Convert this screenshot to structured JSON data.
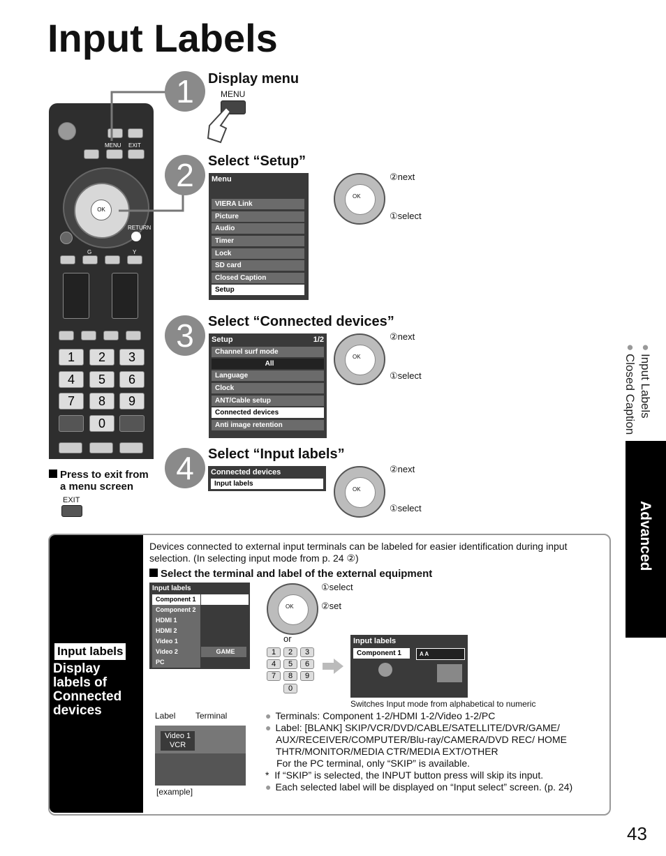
{
  "title": "Input Labels",
  "page_number": "43",
  "side_tab": {
    "topic1": "Input Labels",
    "topic2": "Closed Caption",
    "section": "Advanced"
  },
  "remote": {
    "menu": "MENU",
    "exit": "EXIT",
    "return": "RETURN",
    "g": "G",
    "y": "Y",
    "ok": "OK",
    "numbers": [
      "1",
      "2",
      "3",
      "4",
      "5",
      "6",
      "7",
      "8",
      "9",
      "0"
    ]
  },
  "step1": {
    "num": "1",
    "title": "Display menu",
    "button": "MENU"
  },
  "step2": {
    "num": "2",
    "title": "Select “Setup”",
    "menu_header": "Menu",
    "items": [
      "VIERA Link",
      "Picture",
      "Audio",
      "Timer",
      "Lock",
      "SD card",
      "Closed Caption",
      "Setup"
    ],
    "next": "②next",
    "select": "①select"
  },
  "step3": {
    "num": "3",
    "title": "Select “Connected devices”",
    "menu_header": "Setup",
    "page": "1/2",
    "items": [
      "Channel surf mode",
      "All",
      "Language",
      "Clock",
      "ANT/Cable setup",
      "Connected devices",
      "Anti image retention"
    ],
    "next": "②next",
    "select": "①select"
  },
  "step4": {
    "num": "4",
    "title": "Select “Input labels”",
    "menu_header": "Connected devices",
    "item": "Input labels",
    "next": "②next",
    "select": "①select"
  },
  "exit_note": {
    "line1": "Press to exit from",
    "line2": "a menu screen",
    "button": "EXIT"
  },
  "section": {
    "label": "Input labels",
    "heading": "Display labels of Connected devices",
    "intro": "Devices connected to external input terminals can be labeled for easier identification during input selection. (In selecting input mode from p. 24 ②)",
    "subheading": "Select the terminal and label of the external equipment",
    "table_header": "Input labels",
    "rows": [
      {
        "terminal": "Component 1",
        "label": ""
      },
      {
        "terminal": "Component 2",
        "label": ""
      },
      {
        "terminal": "HDMI 1",
        "label": ""
      },
      {
        "terminal": "HDMI 2",
        "label": ""
      },
      {
        "terminal": "Video 1",
        "label": ""
      },
      {
        "terminal": "Video 2",
        "label": "GAME"
      },
      {
        "terminal": "PC",
        "label": ""
      }
    ],
    "select": "①select",
    "set": "②set",
    "or": "or",
    "keypad": [
      "1",
      "2",
      "3",
      "4",
      "5",
      "6",
      "7",
      "8",
      "9",
      "0"
    ],
    "edit_header": "Input labels",
    "edit_terminal": "Component 1",
    "edit_value": "A A",
    "switch_note": "Switches Input mode from alphabetical to numeric",
    "example_label": "Label",
    "example_terminal": "Terminal",
    "example_line1": "Video 1",
    "example_line2": "VCR",
    "example_caption": "[example]",
    "terminals": "Terminals:  Component 1-2/HDMI 1-2/Video 1-2/PC",
    "label_list": "Label:  [BLANK] SKIP/VCR/DVD/CABLE/SATELLITE/DVR/GAME/ AUX/RECEIVER/COMPUTER/Blu-ray/CAMERA/DVD REC/ HOME THTR/MONITOR/MEDIA CTR/MEDIA EXT/OTHER",
    "pc_note": "For the PC terminal, only “SKIP” is available.",
    "skip_note": "If “SKIP” is selected, the INPUT button press will skip its input.",
    "display_note": "Each selected label will be displayed on “Input select” screen. (p. 24)"
  }
}
